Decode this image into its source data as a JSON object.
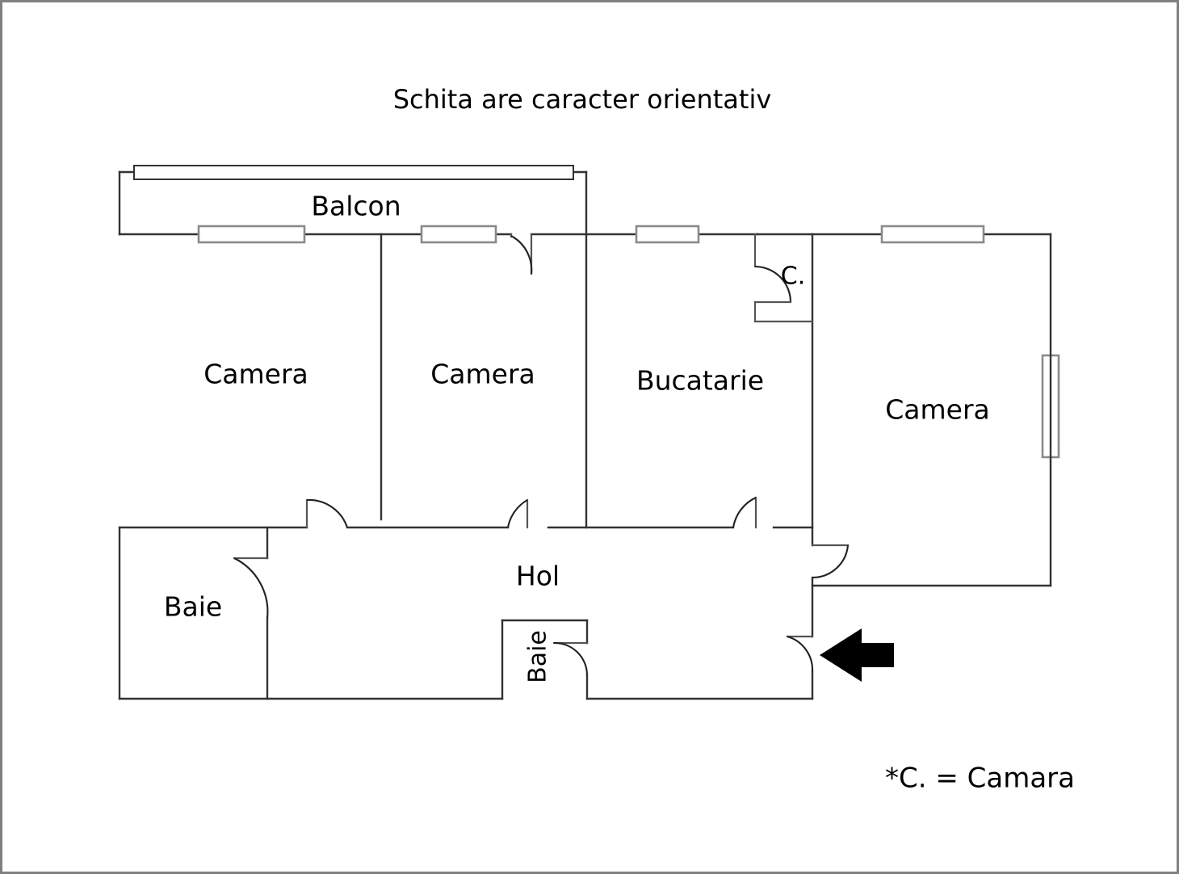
{
  "page": {
    "title_note": "Schita are caracter orientativ",
    "legend_note": "*C. = Camara",
    "background_color": "#ffffff",
    "wall_color": "#333333",
    "window_color": "#8a8a8a",
    "arrow_color": "#000000"
  },
  "rooms": {
    "balcony": {
      "label": "Balcon"
    },
    "bedroom_left": {
      "label": "Camera"
    },
    "bedroom_middle": {
      "label": "Camera"
    },
    "kitchen": {
      "label": "Bucatarie"
    },
    "bedroom_right": {
      "label": "Camera"
    },
    "pantry": {
      "label": "C."
    },
    "bathroom_left": {
      "label": "Baie"
    },
    "bathroom_middle": {
      "label": "Baie"
    },
    "hallway": {
      "label": "Hol"
    }
  },
  "annotations": {
    "entrance_arrow": "entrance-direction-arrow"
  }
}
